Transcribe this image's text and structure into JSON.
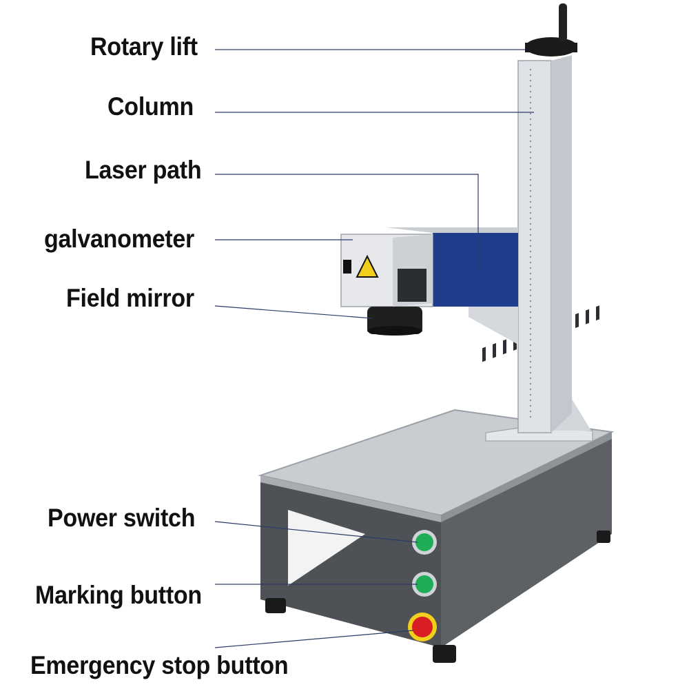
{
  "labels": [
    {
      "id": "rotary-lift",
      "text": "Rotary lift"
    },
    {
      "id": "column",
      "text": "Column"
    },
    {
      "id": "laser-path",
      "text": "Laser path"
    },
    {
      "id": "galvanometer",
      "text": "galvanometer"
    },
    {
      "id": "field-mirror",
      "text": "Field mirror"
    },
    {
      "id": "power-switch",
      "text": "Power switch"
    },
    {
      "id": "marking-button",
      "text": "Marking button"
    },
    {
      "id": "emergency-stop-button",
      "text": "Emergency stop button"
    }
  ],
  "colors": {
    "leader_line": "#2b3a67",
    "cabinet": "#5d6166",
    "cabinet_front": "#4e5256",
    "table_top": "#c9ccd0",
    "column": "#d9dde2",
    "laser_path_blue": "#1f3d8c",
    "green_button": "#1fae57",
    "red_button": "#d81e24",
    "warning_yellow": "#f2cf1b"
  }
}
